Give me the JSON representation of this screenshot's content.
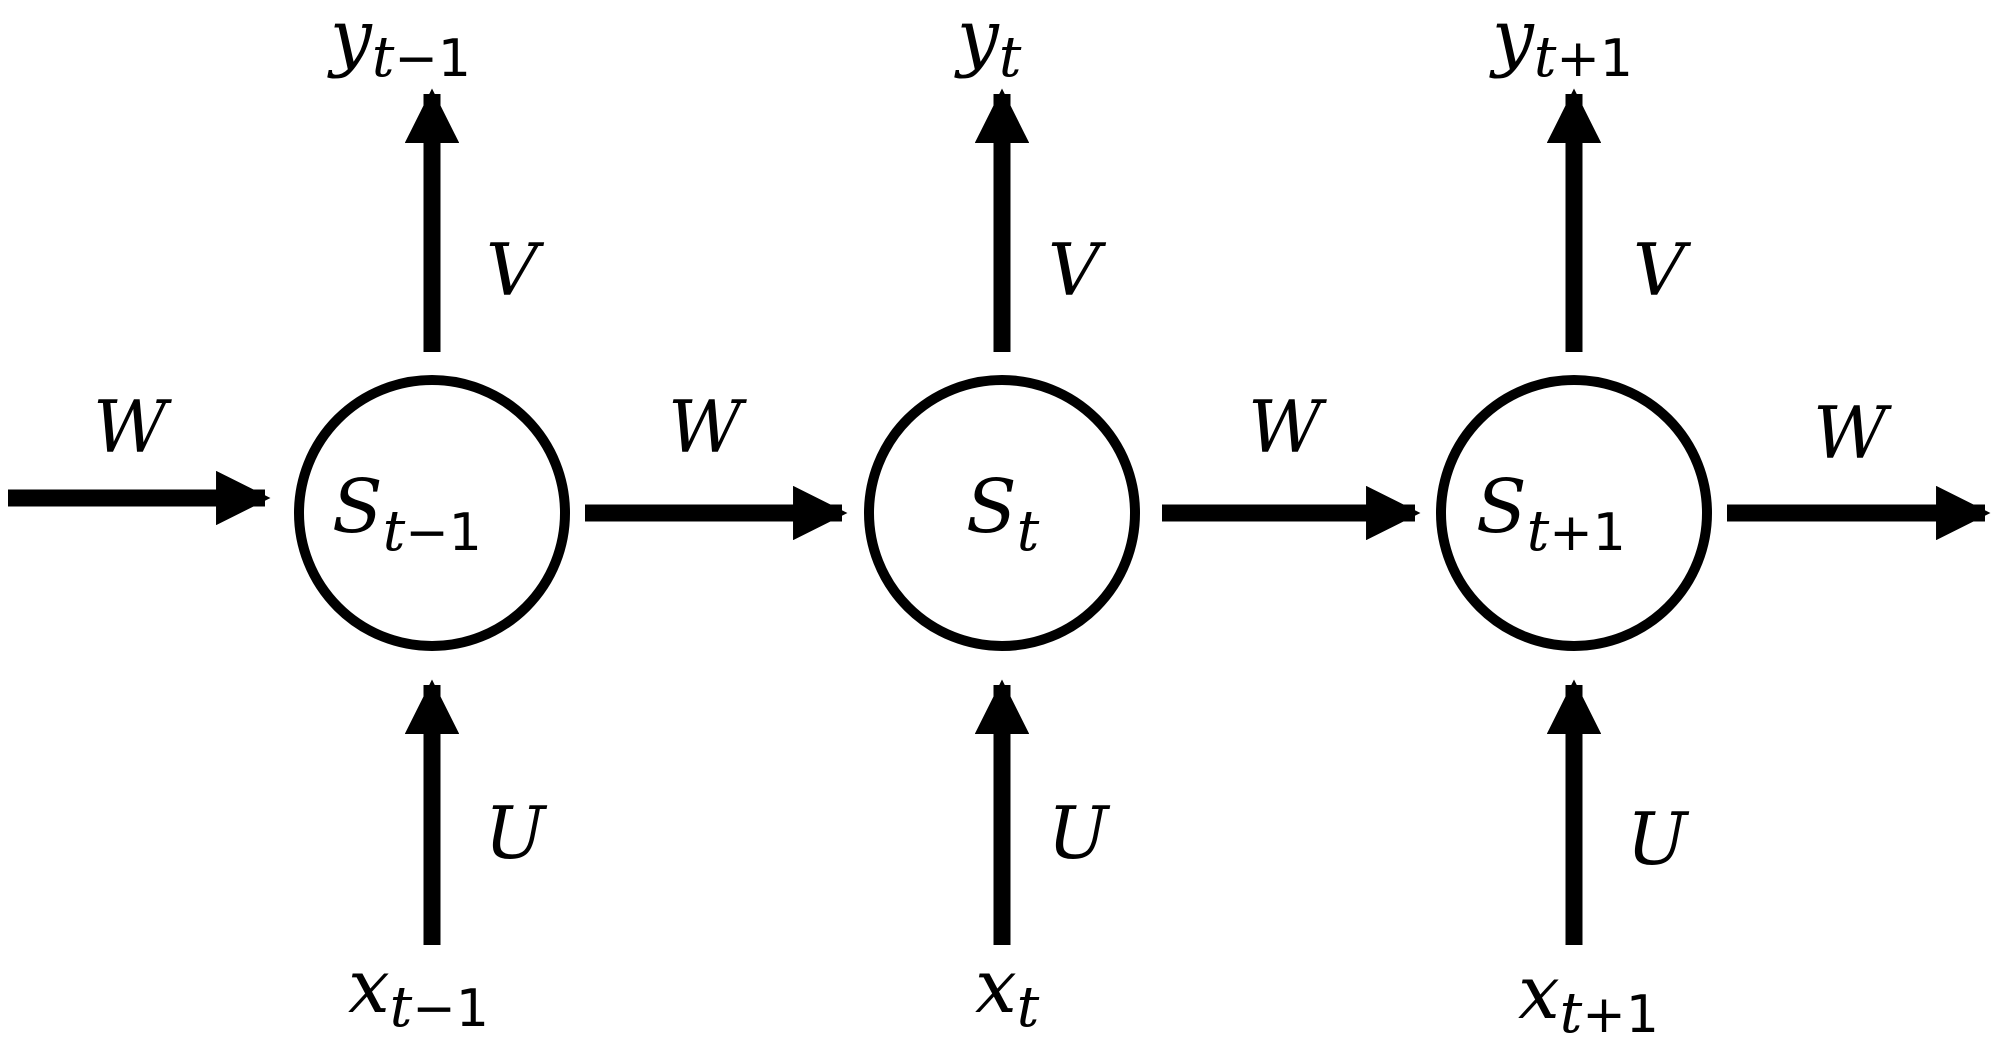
{
  "colors": {
    "stroke": "#000000",
    "node_fill": "#ffffff"
  },
  "weights": {
    "W": "W",
    "V": "V",
    "U": "U"
  },
  "nodes": [
    {
      "id": "s-prev",
      "state": {
        "base": "S",
        "t": "t",
        "rest": "−1"
      },
      "input": {
        "base": "x",
        "t": "t",
        "rest": "−1"
      },
      "output": {
        "base": "y",
        "t": "t",
        "rest": "−1"
      }
    },
    {
      "id": "s-curr",
      "state": {
        "base": "S",
        "t": "t",
        "rest": ""
      },
      "input": {
        "base": "x",
        "t": "t",
        "rest": ""
      },
      "output": {
        "base": "y",
        "t": "t",
        "rest": ""
      }
    },
    {
      "id": "s-next",
      "state": {
        "base": "S",
        "t": "t",
        "rest": "+1"
      },
      "input": {
        "base": "x",
        "t": "t",
        "rest": "+1"
      },
      "output": {
        "base": "y",
        "t": "t",
        "rest": "+1"
      }
    }
  ]
}
